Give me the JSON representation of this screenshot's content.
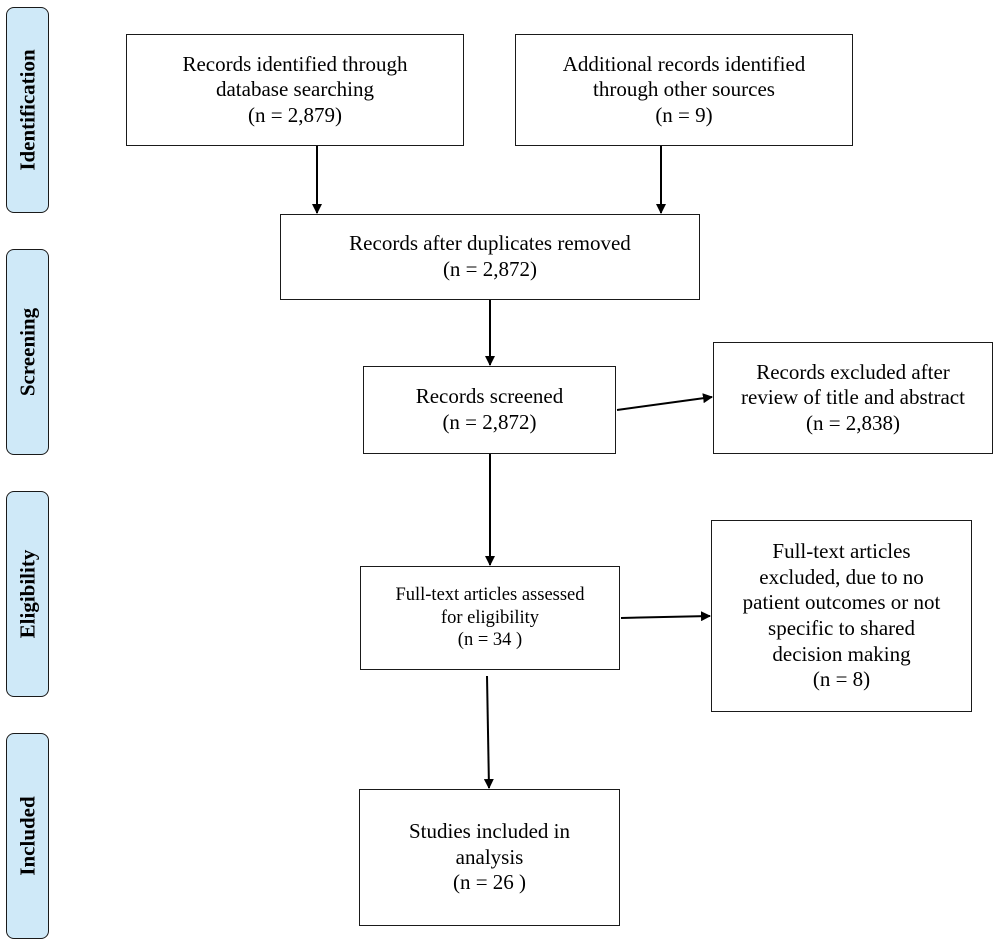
{
  "stages": {
    "identification": "Identification",
    "screening": "Screening",
    "eligibility": "Eligibility",
    "included": "Included"
  },
  "boxes": {
    "db_search": {
      "text": "Records identified through\ndatabase searching\n(n = 2,879)"
    },
    "other_sources": {
      "text": "Additional records identified\nthrough other sources\n(n = 9)"
    },
    "after_duplicates": {
      "text": "Records after duplicates removed\n(n = 2,872)"
    },
    "screened": {
      "text": "Records screened\n(n = 2,872)"
    },
    "excluded_title_abstract": {
      "text": "Records excluded after\nreview of title and abstract\n(n = 2,838)"
    },
    "fulltext_assessed": {
      "text": "Full-text articles assessed\nfor eligibility\n(n = 34 )"
    },
    "fulltext_excluded": {
      "text": "Full-text articles\nexcluded, due to no\npatient outcomes or not\nspecific to shared\ndecision making\n(n = 8)"
    },
    "included_studies": {
      "text": "Studies included in\nanalysis\n(n = 26 )"
    }
  },
  "colors": {
    "stage_fill": "#cfe9f8",
    "border": "#1a1a1a"
  }
}
